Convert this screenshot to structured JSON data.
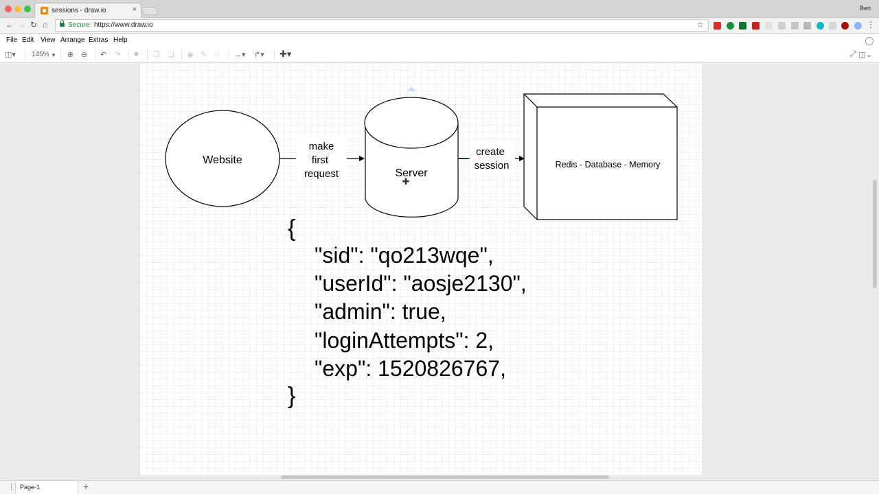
{
  "browser": {
    "tab_title": "sessions - draw.io",
    "tab_close": "×",
    "profile": "Ben",
    "secure_label": "Secure",
    "url_separator": "|",
    "url": "https://www.draw.io"
  },
  "menu": {
    "items": [
      "File",
      "Edit",
      "View",
      "Arrange",
      "Extras",
      "Help"
    ]
  },
  "toolbar": {
    "zoom": "145%"
  },
  "diagram": {
    "website_label": "Website",
    "edge1_label": [
      "make",
      "first",
      "request"
    ],
    "server_label": "Server",
    "edge2_label": [
      "create",
      "session"
    ],
    "store_label": "Redis - Database - Memory",
    "json_open": "{",
    "json_lines": [
      "\"sid\": \"qo213wqe\",",
      "\"userId\": \"aosje2130\",",
      "\"admin\": true,",
      "\"loginAttempts\": 2,",
      "\"exp\": 1520826767,"
    ],
    "json_close": "}"
  },
  "footer": {
    "page_tab": "Page-1",
    "add_page": "+",
    "pages_menu": "⋮"
  },
  "colors": {
    "accent_secure": "#1e8e3e",
    "selection_handle": "#4a90e2",
    "drawio_orange": "#f08705"
  },
  "icons": [
    "close-icon",
    "back-icon",
    "forward-icon",
    "reload-icon",
    "home-icon",
    "lock-icon",
    "star-icon",
    "globe-icon",
    "undo-icon",
    "redo-icon",
    "delete-icon",
    "zoom-in-icon",
    "zoom-out-icon",
    "plus-icon"
  ]
}
